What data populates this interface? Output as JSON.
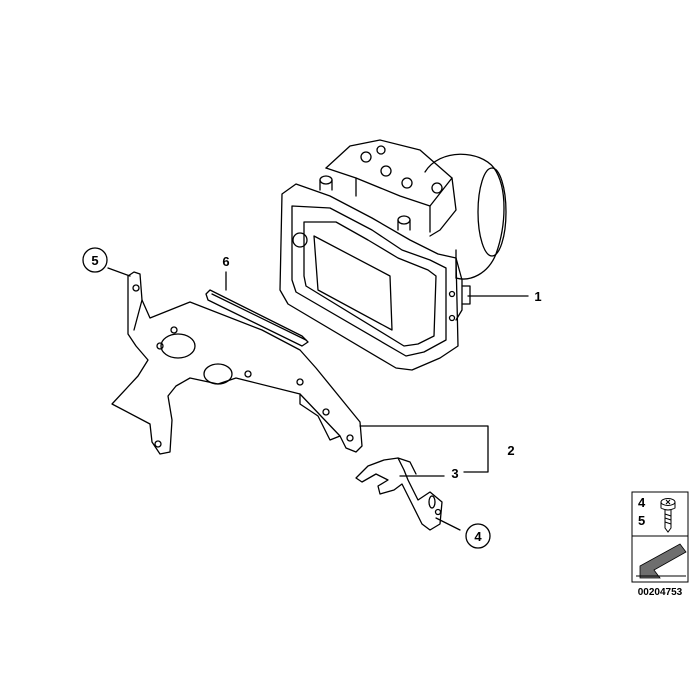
{
  "diagram": {
    "labels": {
      "part_1": "1",
      "part_2": "2",
      "part_3": "3",
      "part_4": "4",
      "part_5": "5",
      "part_6": "6"
    },
    "legend": {
      "label_4": "4",
      "label_5": "5",
      "catalog_number": "00204753"
    }
  }
}
